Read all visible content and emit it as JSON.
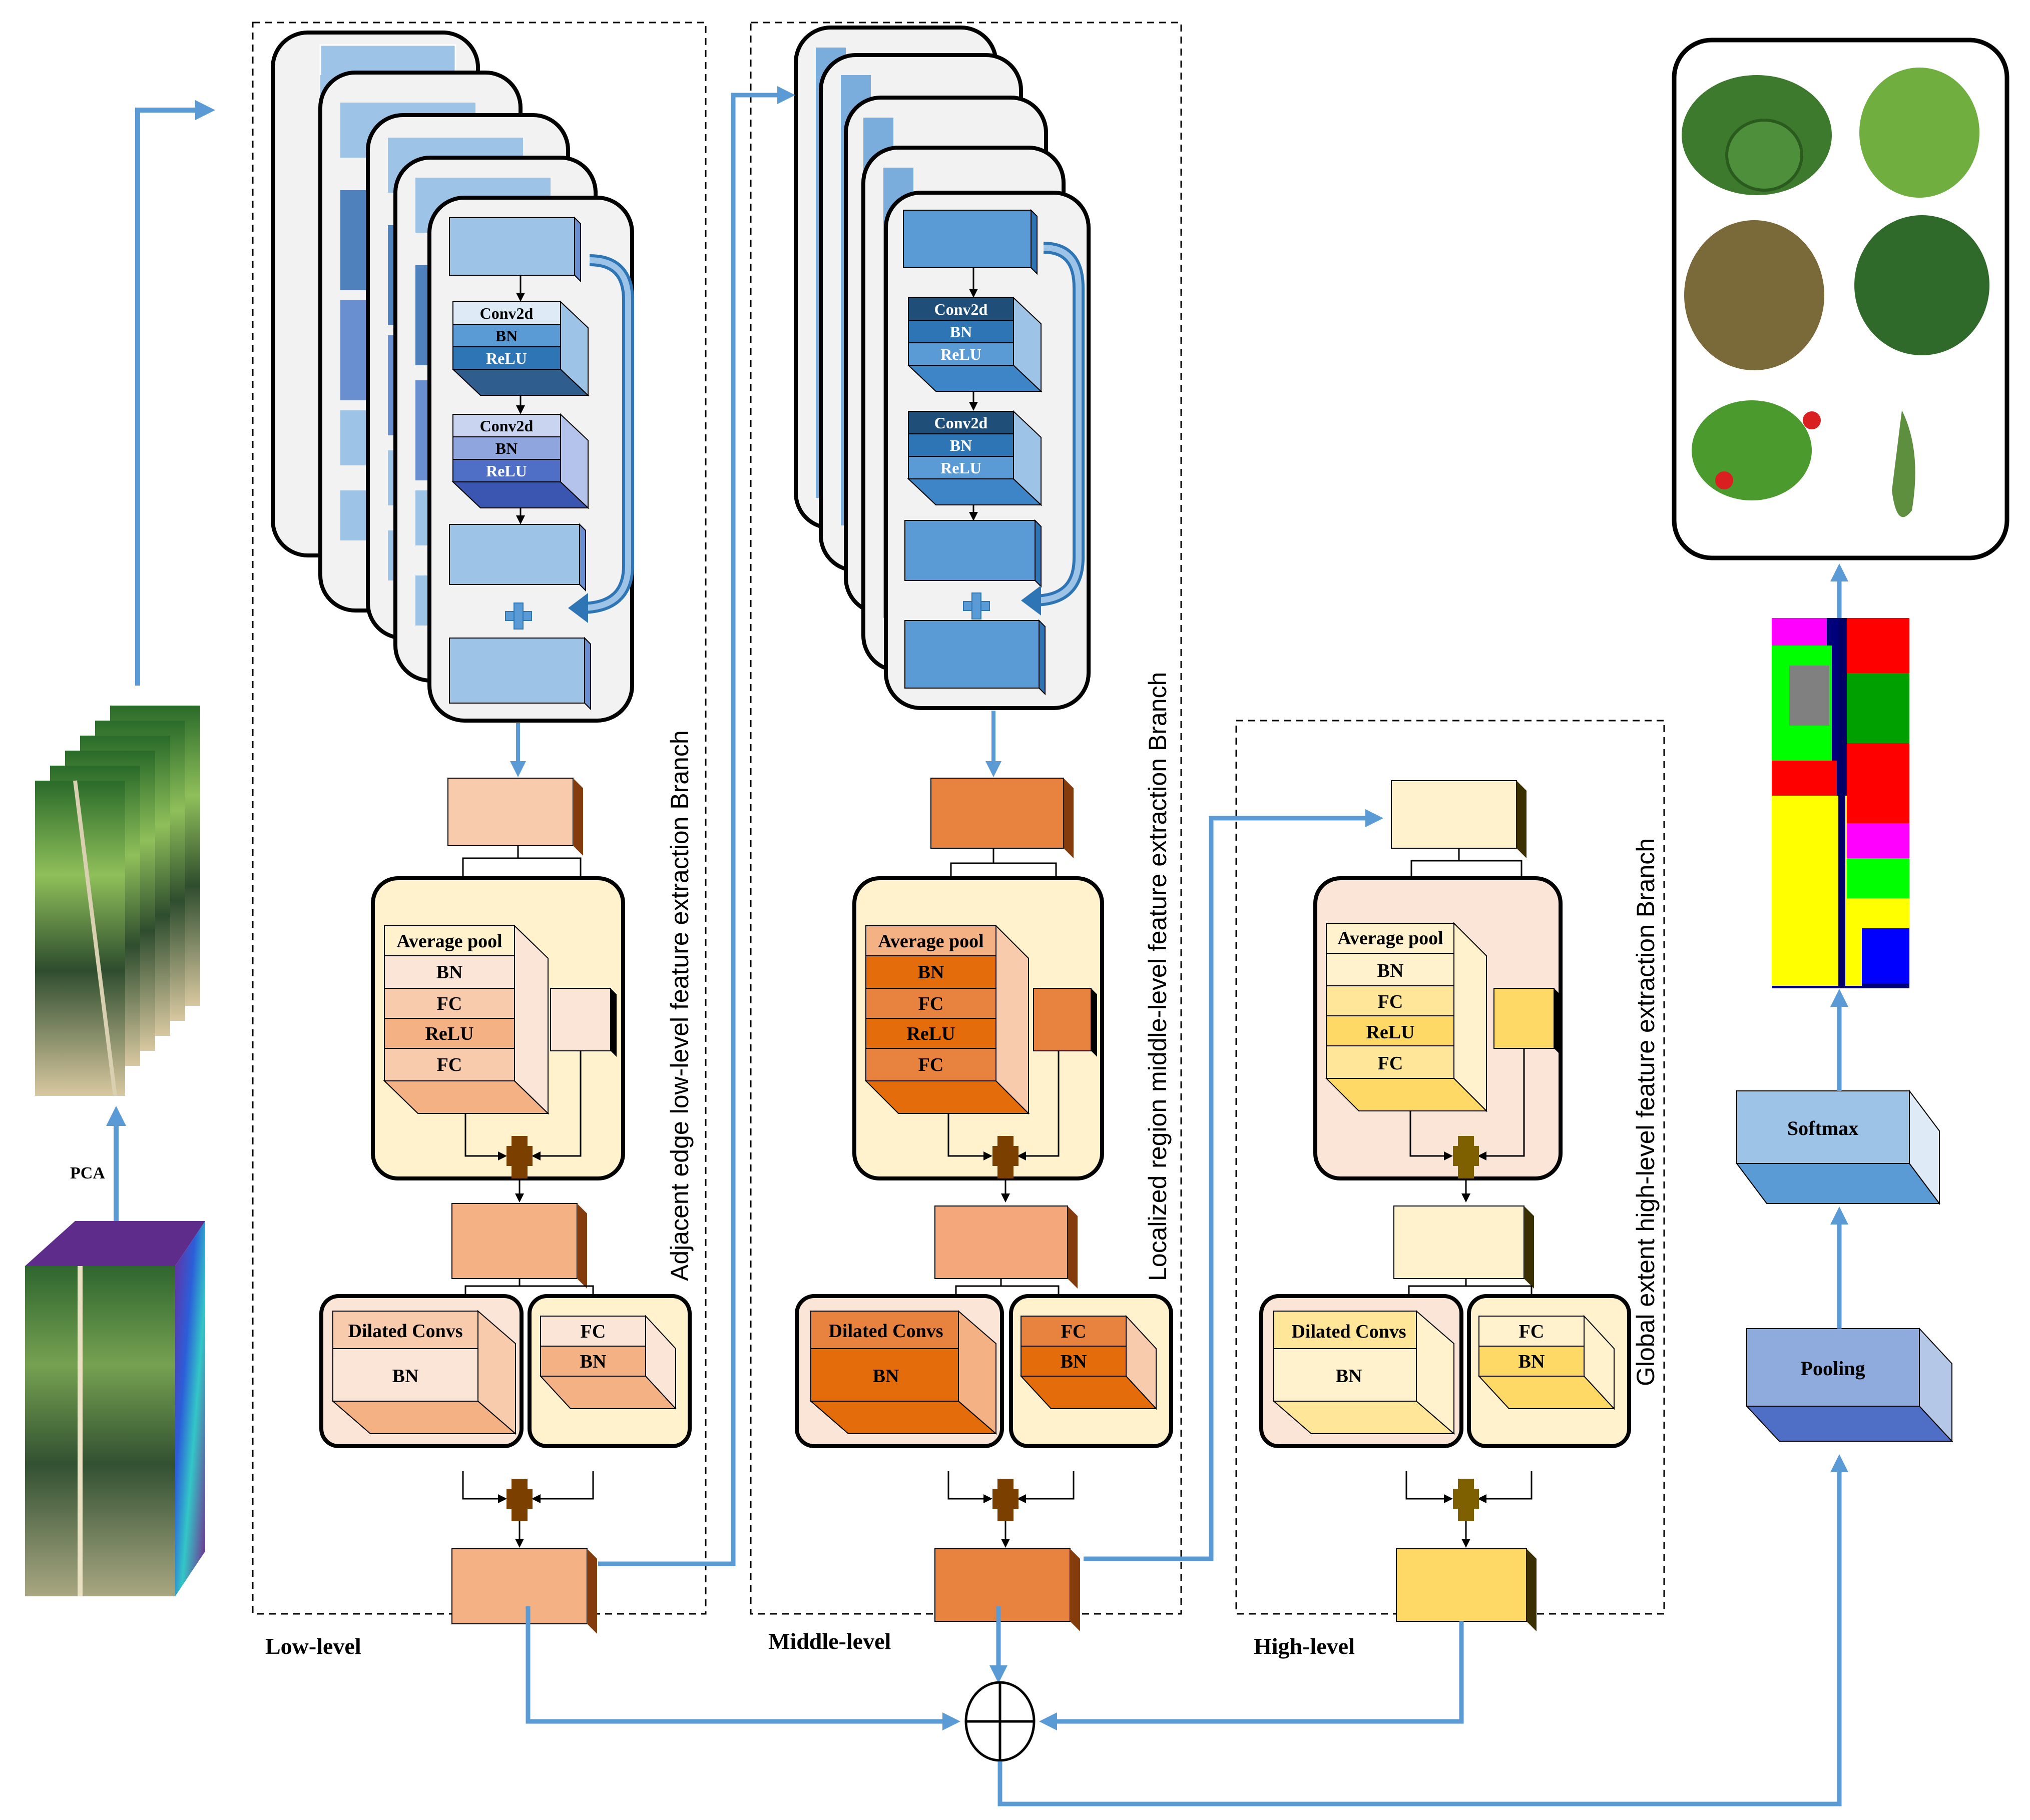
{
  "labels": {
    "pca": "PCA",
    "low_level": "Low-level",
    "middle_level": "Middle-level",
    "high_level": "High-level",
    "branch_low": "Adjacent edge low-level feature extraction Branch",
    "branch_middle": "Localized region middle-level feature extraction Branch",
    "branch_high": "Global extent high-level feature extraction Branch",
    "conv2d": "Conv2d",
    "bn": "BN",
    "relu": "ReLU",
    "average_pool": "Average pool",
    "fc": "FC",
    "dilated_convs": "Dilated Convs",
    "softmax": "Softmax",
    "pooling": "Pooling"
  },
  "colors": {
    "arrow_blue": "#5b9bd5",
    "low_level_orange": "#f4b183",
    "middle_level_orange": "#e8823f",
    "high_level_yellow": "#ffd966",
    "plus_brown": "#7b3f00",
    "panel_cream": "#fff2cc",
    "panel_peach": "#fbe5d6",
    "softmax_blue": "#9dc3e6",
    "pooling_blue": "#8faadc"
  },
  "icons": [
    "hyperspectral-cube-icon",
    "pca-cube-stack-icon",
    "classification-map-icon",
    "crop-photos-icon",
    "summation-icon",
    "add-icon"
  ]
}
